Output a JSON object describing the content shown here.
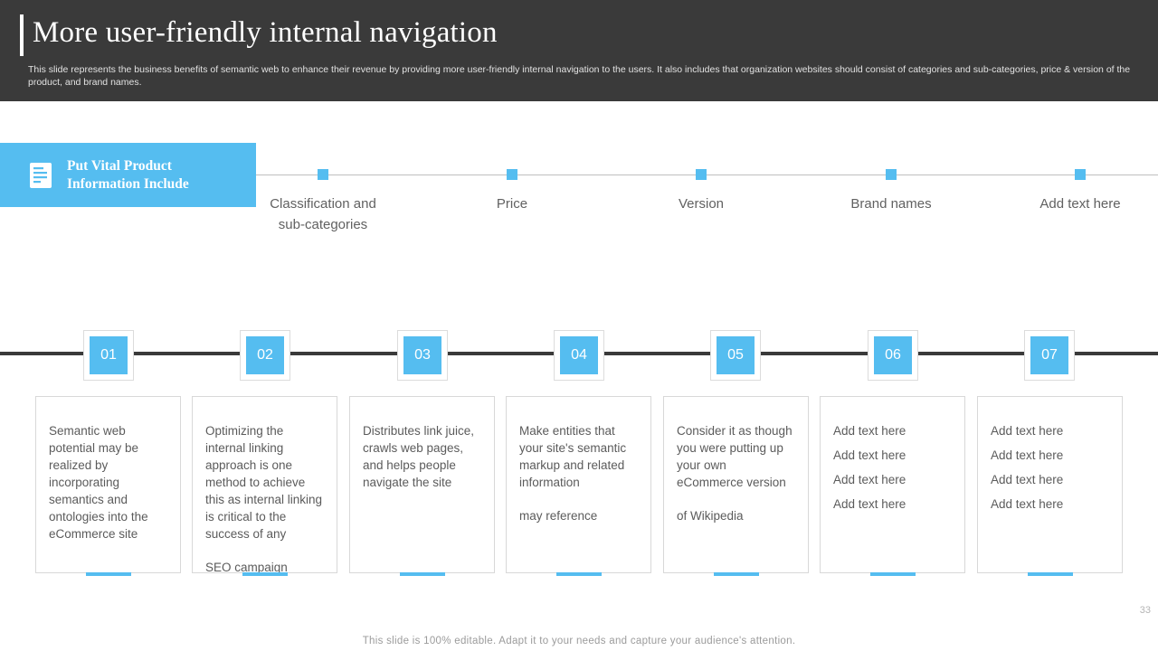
{
  "header": {
    "title": "More user-friendly internal navigation",
    "subtitle": "This slide represents the business benefits of semantic web to enhance their revenue by providing more user-friendly internal navigation to the users. It also includes that organization websites should consist of categories and sub-categories, price & version of the product, and brand names."
  },
  "vital": {
    "icon": "book-icon",
    "line1": "Put Vital Product",
    "line2": "Information Include"
  },
  "top_timeline": {
    "labels": [
      "Classification and sub-categories",
      "Price",
      "Version",
      "Brand names",
      "Add text here"
    ]
  },
  "steps": [
    {
      "number": "01",
      "lines": [
        "Semantic web potential may be realized by incorporating semantics and ontologies into the eCommerce site"
      ]
    },
    {
      "number": "02",
      "lines": [
        "Optimizing the internal linking approach is one method to achieve this as internal linking is critical to the success of any",
        "SEO campaign"
      ]
    },
    {
      "number": "03",
      "lines": [
        "Distributes link juice, crawls web pages, and helps people navigate the site"
      ]
    },
    {
      "number": "04",
      "lines": [
        "Make entities that your site's semantic markup and related information",
        "may reference"
      ]
    },
    {
      "number": "05",
      "lines": [
        "Consider it as though you were putting up your own eCommerce version",
        "of Wikipedia"
      ]
    },
    {
      "number": "06",
      "lines": [
        "Add text here",
        "Add text here",
        "Add text here",
        "Add text here"
      ]
    },
    {
      "number": "07",
      "lines": [
        "Add text here",
        "Add text here",
        "Add text here",
        "Add text here"
      ]
    }
  ],
  "footer": {
    "note": "This slide is 100% editable. Adapt it to your needs and capture your audience's attention.",
    "page": "33"
  },
  "colors": {
    "accent": "#55bdf0",
    "header_bg": "#3a3a3a",
    "text": "#5b5b5b"
  }
}
